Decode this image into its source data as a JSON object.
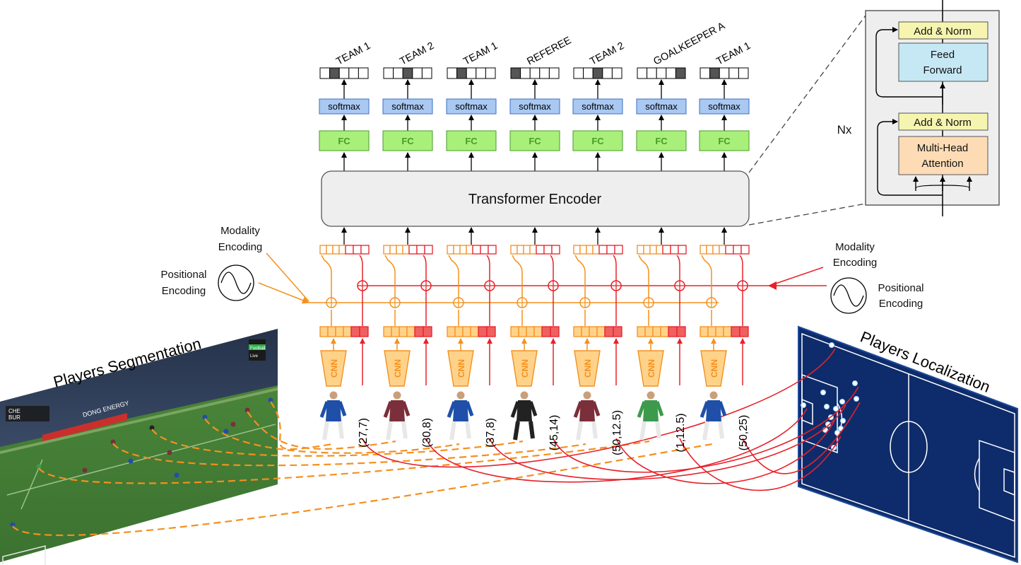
{
  "columns": [
    {
      "label": "TEAM 1",
      "coord": "(27,7)",
      "active_cell": 1,
      "kit": "blue"
    },
    {
      "label": "TEAM 2",
      "coord": "(30,8)",
      "active_cell": 2,
      "kit": "claret"
    },
    {
      "label": "TEAM 1",
      "coord": "(37,8)",
      "active_cell": 1,
      "kit": "blue"
    },
    {
      "label": "REFEREE",
      "coord": "(45,14)",
      "active_cell": 0,
      "kit": "black"
    },
    {
      "label": "TEAM 2",
      "coord": "(50,12.5)",
      "active_cell": 2,
      "kit": "claret"
    },
    {
      "label": "GOALKEEPER A",
      "coord": "(1,12.5)",
      "active_cell": 4,
      "kit": "green"
    },
    {
      "label": "TEAM 1",
      "coord": "(50,25)",
      "active_cell": 1,
      "kit": "blue"
    }
  ],
  "blocks": {
    "softmax": "softmax",
    "fc": "FC",
    "cnn": "CNN",
    "transformer": "Transformer Encoder"
  },
  "encoder_detail": {
    "repeat": "Nx",
    "add_norm_top": "Add & Norm",
    "feed_forward_line1": "Feed",
    "feed_forward_line2": "Forward",
    "add_norm_bottom": "Add & Norm",
    "attention_line1": "Multi-Head",
    "attention_line2": "Attention"
  },
  "left_inputs": {
    "modality_line1": "Modality",
    "modality_line2": "Encoding",
    "positional_line1": "Positional",
    "positional_line2": "Encoding"
  },
  "right_inputs": {
    "modality_line1": "Modality",
    "modality_line2": "Encoding",
    "positional_line1": "Positional",
    "positional_line2": "Encoding"
  },
  "panels": {
    "segmentation_title": "Players Segmentation",
    "localization_title": "Players Localization",
    "scoreboard_line1": "CHE",
    "scoreboard_line2": "BUR",
    "broadcaster_line1": "Football",
    "broadcaster_line2": "Live",
    "advert_text": "DONG ENERGY"
  },
  "colors": {
    "orange": "#f4901e",
    "orange_fill": "#ffd28a",
    "red": "#e8202a",
    "red_fill": "#f06060",
    "softmax_fill": "#a9c8f2",
    "softmax_stroke": "#3d6fc4",
    "fc_fill": "#a8f07a",
    "fc_stroke": "#4a9a2a",
    "pitch": "#0e2c6b",
    "grass": "#3f7a33"
  }
}
